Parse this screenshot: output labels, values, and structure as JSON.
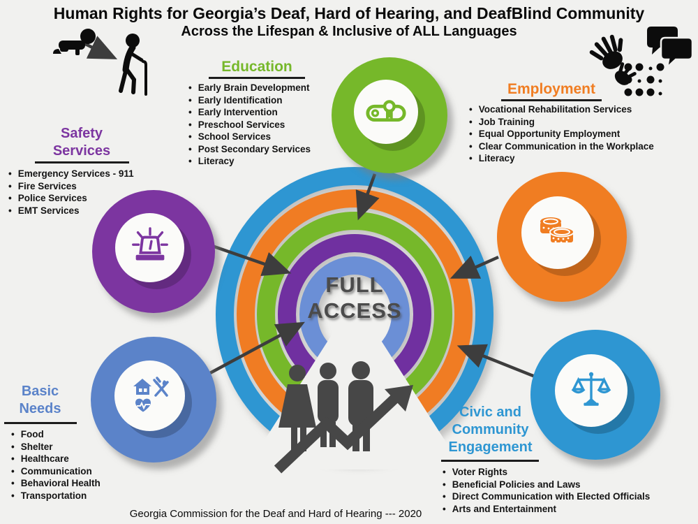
{
  "title": "Human Rights for Georgia’s Deaf, Hard of Hearing, and DeafBlind Community",
  "subtitle": "Across the Lifespan & Inclusive of ALL Languages",
  "footer": "Georgia Commission for the Deaf and Hard of Hearing --- 2020",
  "center": {
    "line1": "FULL",
    "line2": "ACCESS"
  },
  "sections": {
    "education": {
      "title": "Education",
      "color": "#76B82A",
      "icon": "diploma-icon",
      "items": [
        "Early Brain Development",
        "Early Identification",
        "Early Intervention",
        "Preschool Services",
        "School Services",
        "Post Secondary Services",
        "Literacy"
      ]
    },
    "employment": {
      "title": "Employment",
      "color": "#F07D22",
      "icon": "coins-icon",
      "items": [
        "Vocational Rehabilitation Services",
        "Job Training",
        "Equal Opportunity Employment",
        "Clear Communication in the Workplace",
        "Literacy"
      ]
    },
    "safety": {
      "title_lines": [
        "Safety",
        "Services"
      ],
      "color": "#7C35A0",
      "icon": "siren-icon",
      "items": [
        "Emergency Services - 911",
        "Fire Services",
        "Police Services",
        "EMT Services"
      ]
    },
    "basic_needs": {
      "title_lines": [
        "Basic",
        "Needs"
      ],
      "color": "#5B83C9",
      "icon": "house-food-health-icon",
      "items": [
        "Food",
        "Shelter",
        "Healthcare",
        "Communication",
        "Behavioral Health",
        "Transportation"
      ]
    },
    "civic": {
      "title_lines": [
        "Civic and",
        "Community",
        "Engagement"
      ],
      "color": "#2E96D2",
      "icon": "scales-of-justice-icon",
      "items": [
        "Voter Rights",
        "Beneficial Policies and Laws",
        "Direct Communication with Elected Officials",
        "Arts and Entertainment"
      ]
    }
  },
  "arcs": {
    "colors": [
      "#2E96D2",
      "#F07C23",
      "#76B82A",
      "#7030A0",
      "#6B8FD6"
    ],
    "label": "FULL ACCESS"
  },
  "decorations": {
    "icons": [
      "baby-crawling-icon",
      "lifespan-arrow",
      "elder-with-cane-icon",
      "sign-language-hands-icon",
      "speech-bubbles-icon",
      "braille-dots-icon",
      "people-group-icon",
      "growth-arrow-icon"
    ],
    "silhouette_color": "#474747"
  }
}
